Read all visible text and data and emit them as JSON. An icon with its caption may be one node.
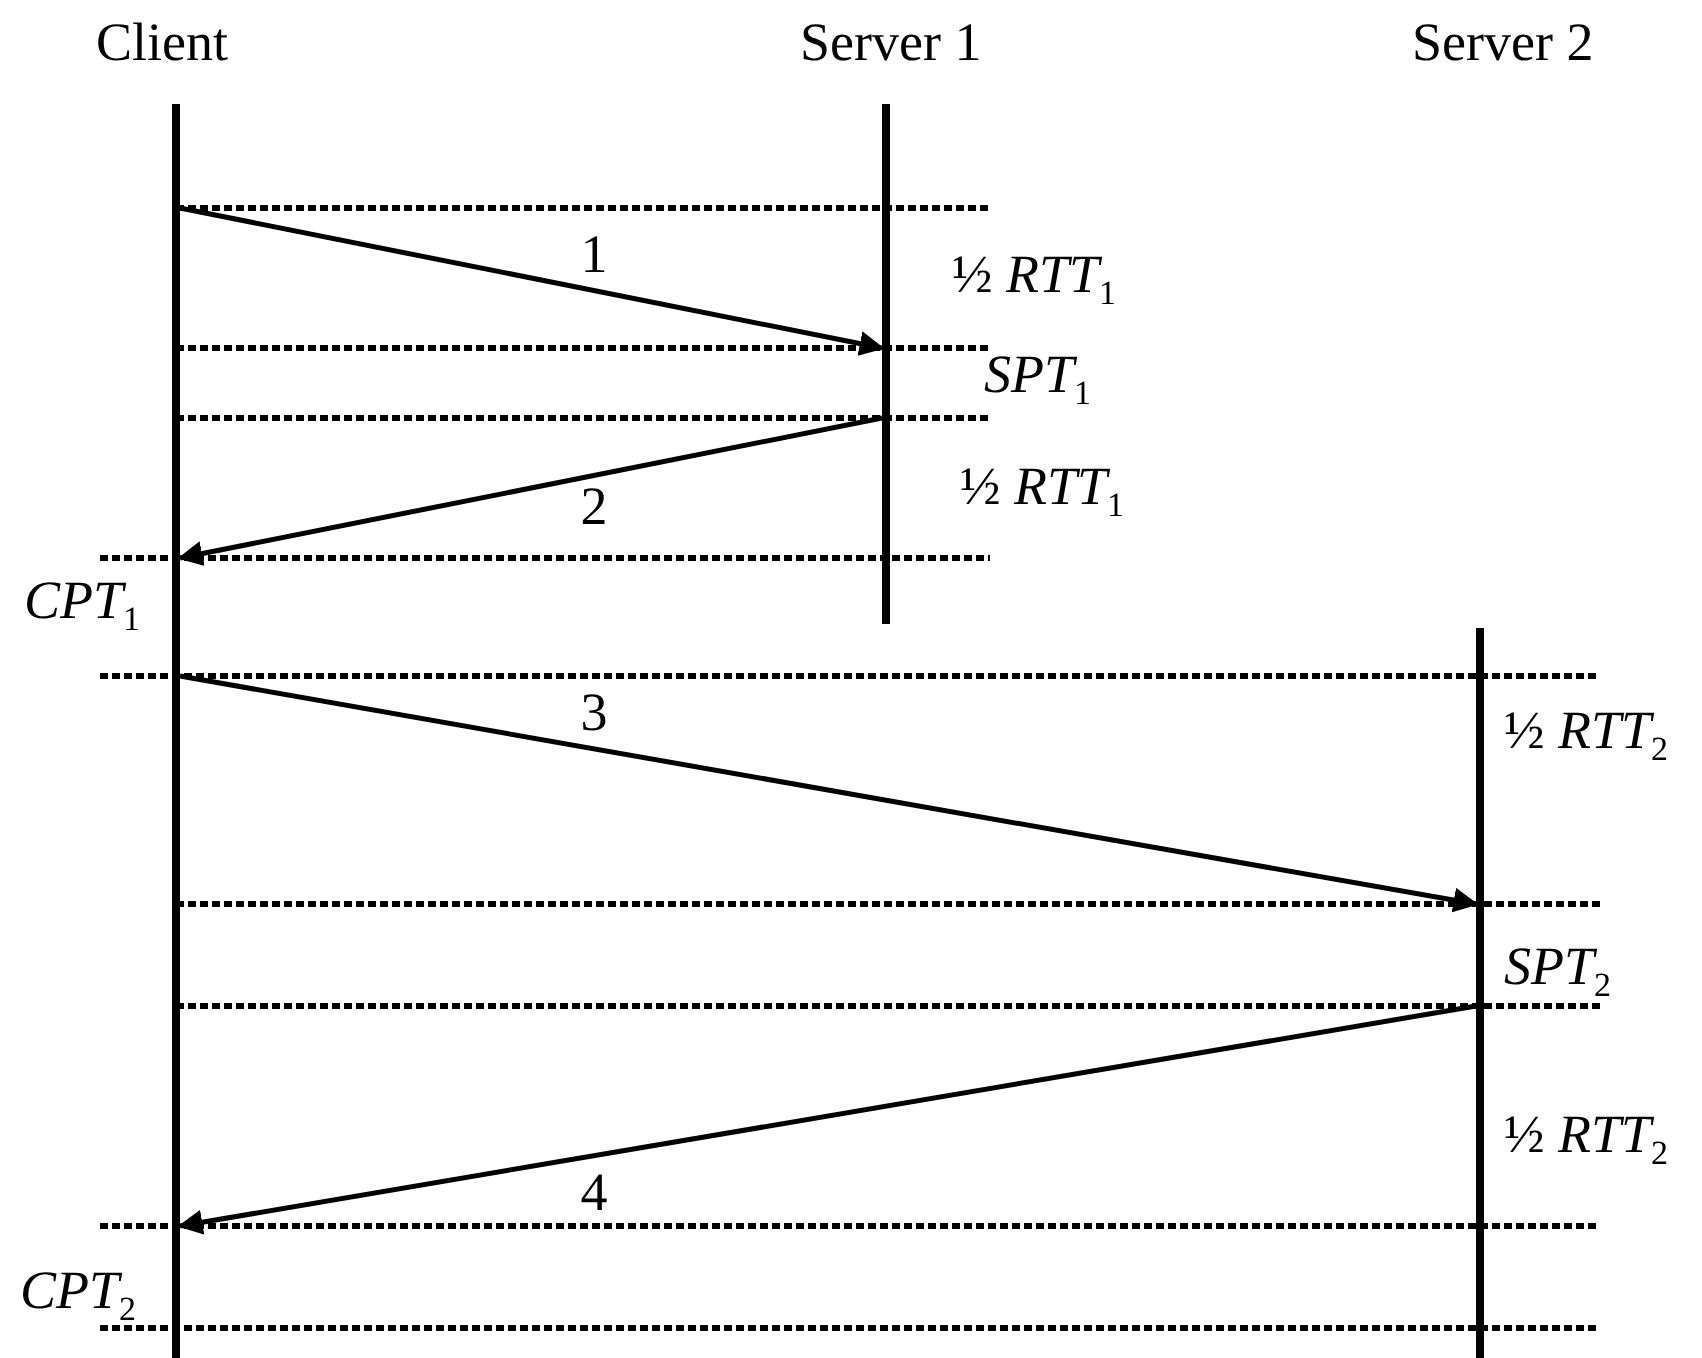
{
  "diagram": {
    "nodes": [
      {
        "text": [],
        "shape": "bar"
      },
      {
        "text": [],
        "shape": "bar"
      },
      {
        "text": [],
        "shape": "bar"
      }
    ],
    "edges": [
      {
        "from": 0,
        "to": 1,
        "arrow": "to",
        "label": "1"
      },
      {
        "from": 1,
        "to": 0,
        "arrow": "to",
        "label": "2"
      },
      {
        "from": 0,
        "to": 2,
        "arrow": "to",
        "label": "3"
      },
      {
        "from": 2,
        "to": 0,
        "arrow": "to",
        "label": "4"
      }
    ],
    "labels": [
      "Client",
      "Server 1",
      "Server 2",
      "½ *RTT*$_{1}$",
      "*SPT*$_{1}$",
      "½ *RTT*$_{1}$",
      "*CPT*$_{1}$",
      "½ *RTT*$_{2}$",
      "*SPT*$_{2}$",
      "½ *RTT*$_{2}$",
      "*CPT*$_{2}$"
    ]
  }
}
